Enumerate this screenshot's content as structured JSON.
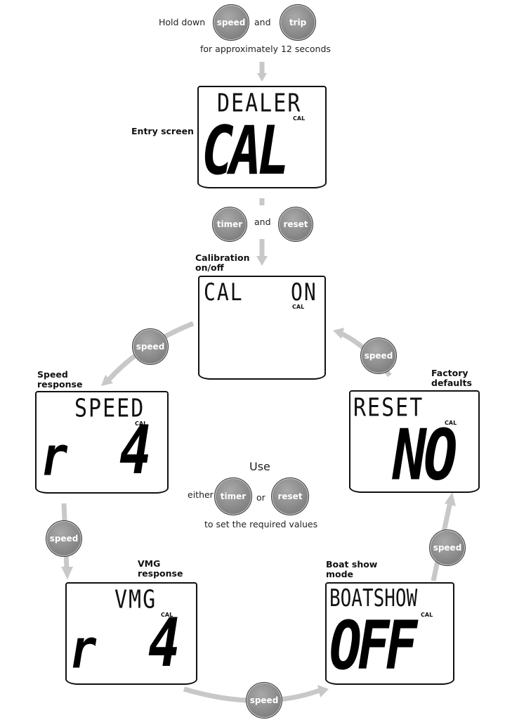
{
  "top": {
    "hold_down": "Hold down",
    "and": "and",
    "approx": "for approximately 12 seconds"
  },
  "buttons": {
    "speed": "speed",
    "trip": "trip",
    "timer": "timer",
    "reset": "reset"
  },
  "mid_and": "and",
  "labels": {
    "entry": "Entry screen",
    "calibration": [
      "Calibration",
      "on/off"
    ],
    "speed_response": [
      "Speed",
      "response"
    ],
    "factory_defaults": [
      "Factory",
      "defaults"
    ],
    "vmg_response": [
      "VMG",
      "response"
    ],
    "boat_show": [
      "Boat show",
      "mode"
    ]
  },
  "use": {
    "title": "Use",
    "either": "either",
    "or": "or",
    "hint": "to set the required values"
  },
  "screens": {
    "dealer": {
      "top": "DEALER",
      "cal": "CAL",
      "big": "CAL"
    },
    "calonoff": {
      "left": "CAL",
      "right": "ON",
      "cal": "CAL"
    },
    "speed": {
      "top": "SPEED",
      "cal": "CAL",
      "big_left": "r",
      "big_right": "4"
    },
    "reset": {
      "top": "RESET",
      "cal": "CAL",
      "big": "NO"
    },
    "vmg": {
      "top": "VMG",
      "cal": "CAL",
      "big_left": "r",
      "big_right": "4"
    },
    "boatshow": {
      "top": "BOATSHOW",
      "cal": "CAL",
      "big": "OFF"
    }
  },
  "colors": {
    "arrow": "#c8c8c8",
    "button": "#8a8a8a"
  }
}
